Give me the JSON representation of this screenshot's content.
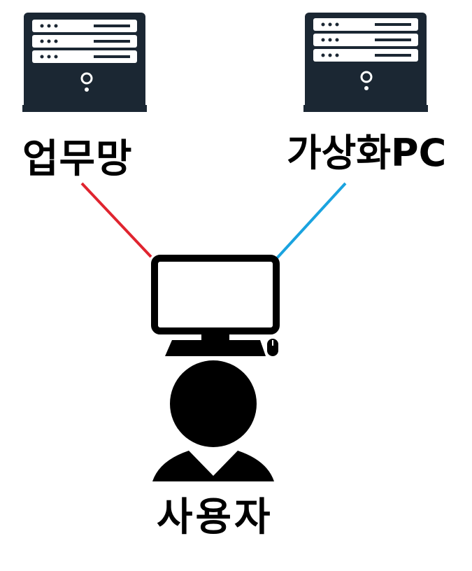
{
  "nodes": {
    "left_server_label": "업무망",
    "right_server_label": "가상화PC",
    "user_label": "사용자"
  },
  "icons": {
    "left_server": "server-icon",
    "right_server": "server-icon",
    "computer": "desktop-computer-icon",
    "user": "user-icon"
  },
  "colors": {
    "left_link": "#e0242f",
    "right_link": "#1aa3df",
    "server_fill": "#1b2733",
    "icon_fill": "#000000"
  }
}
